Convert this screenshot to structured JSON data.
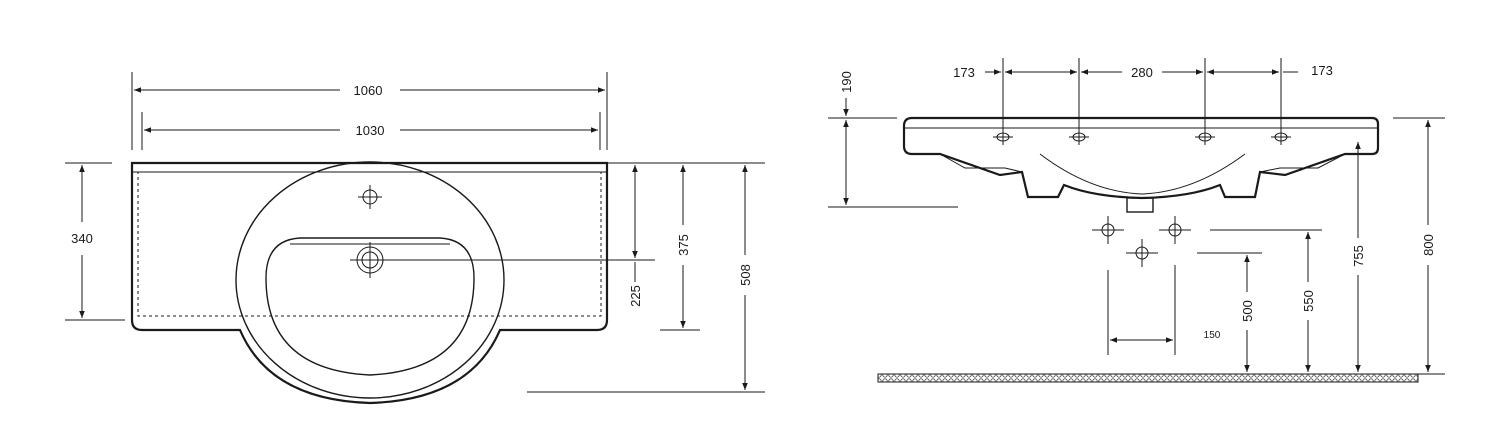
{
  "top_view": {
    "dim_overall_width": "1060",
    "dim_inner_width": "1030",
    "dim_depth": "340",
    "dim_tap_to_back": "375",
    "dim_waste_to_back": "225",
    "dim_total_depth": "508"
  },
  "front_view": {
    "dim_side_left": "173",
    "dim_center": "280",
    "dim_side_right": "173",
    "dim_rim_height": "190",
    "dim_trap_offset": "150",
    "dim_supply_height": "500",
    "dim_waste_height": "550",
    "dim_bracket_height": "755",
    "dim_total_height": "800"
  }
}
